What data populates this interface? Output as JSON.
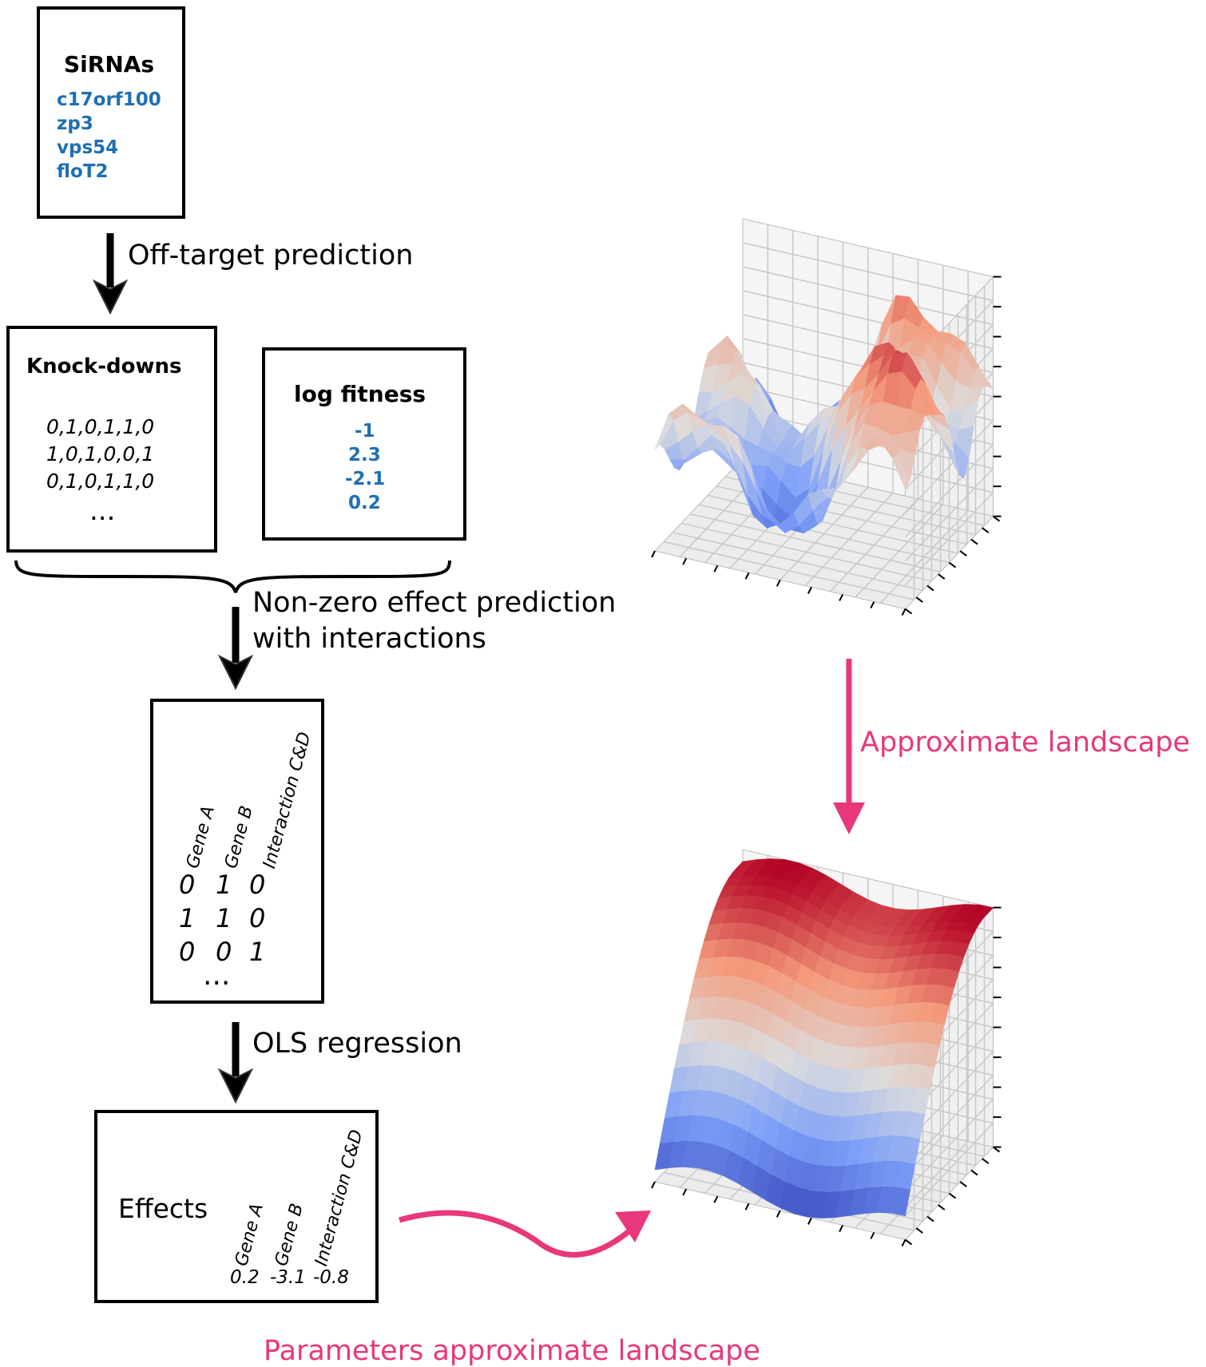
{
  "sirnas": {
    "title": "SiRNAs",
    "items": [
      "c17orf100",
      "zp3",
      "vps54",
      "floT2"
    ]
  },
  "arrow_labels": {
    "off_target": "Off-target prediction",
    "non_zero_line1": "Non-zero effect prediction",
    "non_zero_line2": "with interactions",
    "ols": "OLS regression",
    "approximate": "Approximate landscape",
    "parameters": "Parameters approximate landscape"
  },
  "knockdowns": {
    "title": "Knock-downs",
    "rows": [
      "0,1,0,1,1,0",
      "1,0,1,0,0,1",
      "0,1,0,1,1,0"
    ],
    "ellipsis": "..."
  },
  "log_fitness": {
    "title": "log fitness",
    "values": [
      "-1",
      "2.3",
      "-2.1",
      "0.2"
    ]
  },
  "design_matrix": {
    "headers": [
      "Gene A",
      "Gene B",
      "Interaction C&D"
    ],
    "rows": [
      [
        "0",
        "1",
        "0"
      ],
      [
        "1",
        "1",
        "0"
      ],
      [
        "0",
        "0",
        "1"
      ]
    ],
    "ellipsis": "..."
  },
  "effects": {
    "label": "Effects",
    "headers": [
      "Gene A",
      "Gene B",
      "Interaction C&D"
    ],
    "values": [
      "0.2",
      "-3.1",
      "-0.8"
    ]
  },
  "colors": {
    "accent_pink": "#e8377a",
    "blue_text": "#1f6fb2",
    "surface_low": "#3b4cc0",
    "surface_high": "#b40426"
  }
}
